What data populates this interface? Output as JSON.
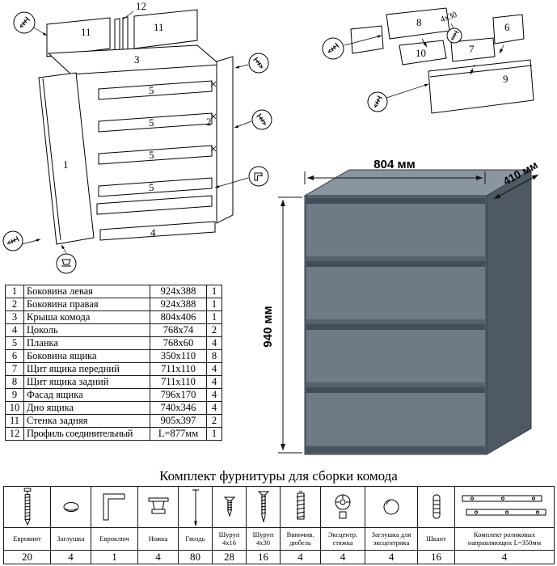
{
  "frame_diagram": {
    "labels": {
      "p12": "12",
      "p11a": "11",
      "p11b": "11",
      "p3": "3",
      "p5a": "5",
      "p5b": "5",
      "p5c": "5",
      "p5d": "5",
      "p1": "1",
      "p2": "2",
      "p4": "4"
    }
  },
  "drawer_diagram": {
    "labels": {
      "p8": "8",
      "p4x30": "4x30",
      "p6": "6",
      "p7": "7",
      "p10": "10",
      "p9": "9"
    }
  },
  "dresser": {
    "width": "804 мм",
    "depth": "410 мм",
    "height": "940 мм"
  },
  "parts_table": {
    "rows": [
      {
        "num": "1",
        "name": "Боковина левая",
        "size": "924x388",
        "qty": "1"
      },
      {
        "num": "2",
        "name": "Боковина правая",
        "size": "924x388",
        "qty": "1"
      },
      {
        "num": "3",
        "name": "Крыша комода",
        "size": "804x406",
        "qty": "1"
      },
      {
        "num": "4",
        "name": "Цоколь",
        "size": "768x74",
        "qty": "2"
      },
      {
        "num": "5",
        "name": "Планка",
        "size": "768x60",
        "qty": "4"
      },
      {
        "num": "6",
        "name": "Боковина ящика",
        "size": "350x110",
        "qty": "8"
      },
      {
        "num": "7",
        "name": "Щит ящика передний",
        "size": "711x110",
        "qty": "4"
      },
      {
        "num": "8",
        "name": "Щит ящика задний",
        "size": "711x110",
        "qty": "4"
      },
      {
        "num": "9",
        "name": "Фасад ящика",
        "size": "796x170",
        "qty": "4"
      },
      {
        "num": "10",
        "name": "Дно ящика",
        "size": "740x346",
        "qty": "4"
      },
      {
        "num": "11",
        "name": "Стенка задняя",
        "size": "905x397",
        "qty": "2"
      },
      {
        "num": "12",
        "name": "Профиль соединительный",
        "size": "L=877мм",
        "qty": "1"
      }
    ]
  },
  "hardware": {
    "title": "Комплект фурнитуры для сборки комода",
    "items": [
      {
        "label": "Евровинт",
        "qty": "20"
      },
      {
        "label": "Заглушка",
        "qty": "4"
      },
      {
        "label": "Евроключ",
        "qty": "1"
      },
      {
        "label": "Ножка",
        "qty": "4"
      },
      {
        "label": "Гвоздь",
        "qty": "80"
      },
      {
        "label": "Шуруп 4x16",
        "qty": "28"
      },
      {
        "label": "Шуруп 4x30",
        "qty": "16"
      },
      {
        "label": "Ввинчив. дюбель",
        "qty": "4"
      },
      {
        "label": "Эксцентр. стяжка",
        "qty": "4"
      },
      {
        "label": "Заглушка для эксцентрика",
        "qty": "4"
      },
      {
        "label": "Шкант",
        "qty": "16"
      },
      {
        "label": "Комплект роликовых направляющих L=350мм",
        "qty": "4"
      }
    ]
  }
}
